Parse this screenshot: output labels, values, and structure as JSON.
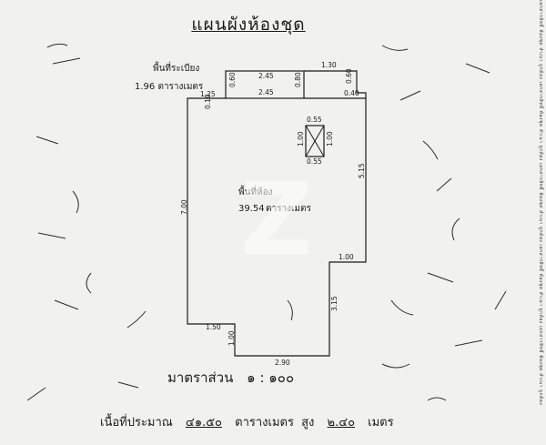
{
  "doc": {
    "title": "แผนผังห้องชุด",
    "balcony_label": "พื้นที่ระเบียง",
    "balcony_area": "1.96 ตารางเมตร",
    "room_label": "พื้นที่ห้อง",
    "room_area_value": "39.54",
    "room_area_unit": "ตารางเมตร",
    "watermark": "Z",
    "scale_label": "มาตราส่วน",
    "scale_value": "๑ : ๑๐๐",
    "area_label": "เนื้อที่ประมาณ",
    "area_value": "๔๑.๕๐",
    "area_unit": "ตารางเมตร",
    "height_label": "สูง",
    "height_value": "๒.๔๐",
    "height_unit": "เมตร",
    "side_text": "เอกสารสิทธิ์ ห้องชุด สำเนา ถูกต้อง เอกสารสิทธิ์ ห้องชุด สำเนา ถูกต้อง เอกสารสิทธิ์ ห้องชุด สำเนา ถูกต้อง เอกสารสิทธิ์ ห้องชุด สำเนา ถูกต้อง เอกสารสิทธิ์ ห้องชุด สำเนา ถูกต้อง"
  },
  "dims": {
    "d1": "2.45",
    "d2": "1.30",
    "d3": "0.60",
    "d4": "2.45",
    "d5": "0.60",
    "d6": "0.40",
    "d7": "1.25",
    "d8": "0.10",
    "d9": "0.55",
    "d10": "1.00",
    "d11": "1.00",
    "d12": "0.55",
    "d13": "5.15",
    "d14": "7.00",
    "d15": "1.00",
    "d16": "3.15",
    "d17": "1.50",
    "d18": "1.00",
    "d19": "2.90",
    "d20": "0.80"
  }
}
